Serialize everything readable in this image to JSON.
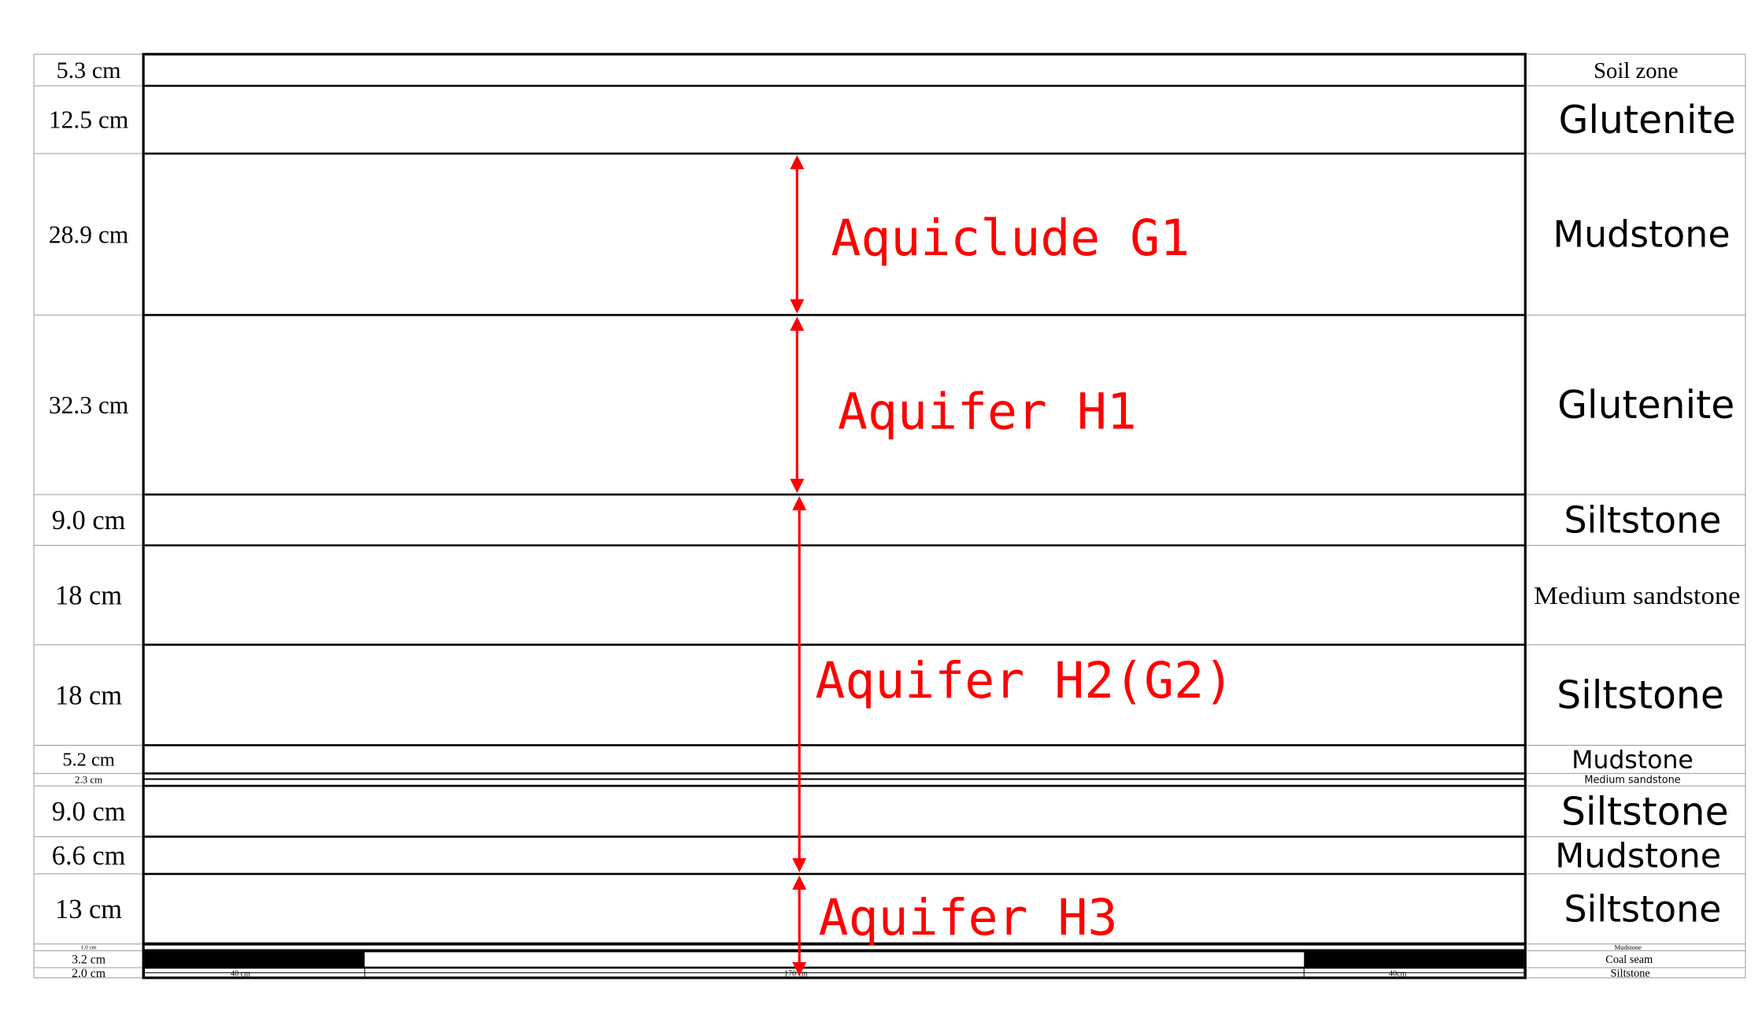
{
  "layers": [
    {
      "thickness": "5.3 cm",
      "rock": "Soil  zone"
    },
    {
      "thickness": "12.5 cm",
      "rock": "Glutenite"
    },
    {
      "thickness": "28.9 cm",
      "rock": "Mudstone"
    },
    {
      "thickness": "32.3 cm",
      "rock": "Glutenite"
    },
    {
      "thickness": "9.0 cm",
      "rock": "Siltstone"
    },
    {
      "thickness": "18 cm",
      "rock": "Medium  sandstone"
    },
    {
      "thickness": "18 cm",
      "rock": "Siltstone"
    },
    {
      "thickness": "5.2 cm",
      "rock": "Mudstone"
    },
    {
      "thickness": "2.3 cm",
      "rock": "Medium sandstone"
    },
    {
      "thickness": "9.0 cm",
      "rock": "Siltstone"
    },
    {
      "thickness": "6.6 cm",
      "rock": "Mudstone"
    },
    {
      "thickness": "13 cm",
      "rock": "Siltstone"
    },
    {
      "thickness": "1.0 cm",
      "rock": "Mudstone"
    },
    {
      "thickness": "3.2 cm",
      "rock": "Coal seam"
    },
    {
      "thickness": "2.0 cm",
      "rock": "Siltstone"
    }
  ],
  "zones": [
    {
      "label": "Aquiclude G1"
    },
    {
      "label": "Aquifer H1"
    },
    {
      "label": "Aquifer H2(G2)"
    },
    {
      "label": "Aquifer H3"
    }
  ],
  "dimensions": {
    "left": "40 cm",
    "middle": "170 cm",
    "right": "40cm"
  },
  "colors": {
    "line": "#000000",
    "annotation": "#ff0000",
    "coal": "#000000",
    "grid": "#999999"
  }
}
